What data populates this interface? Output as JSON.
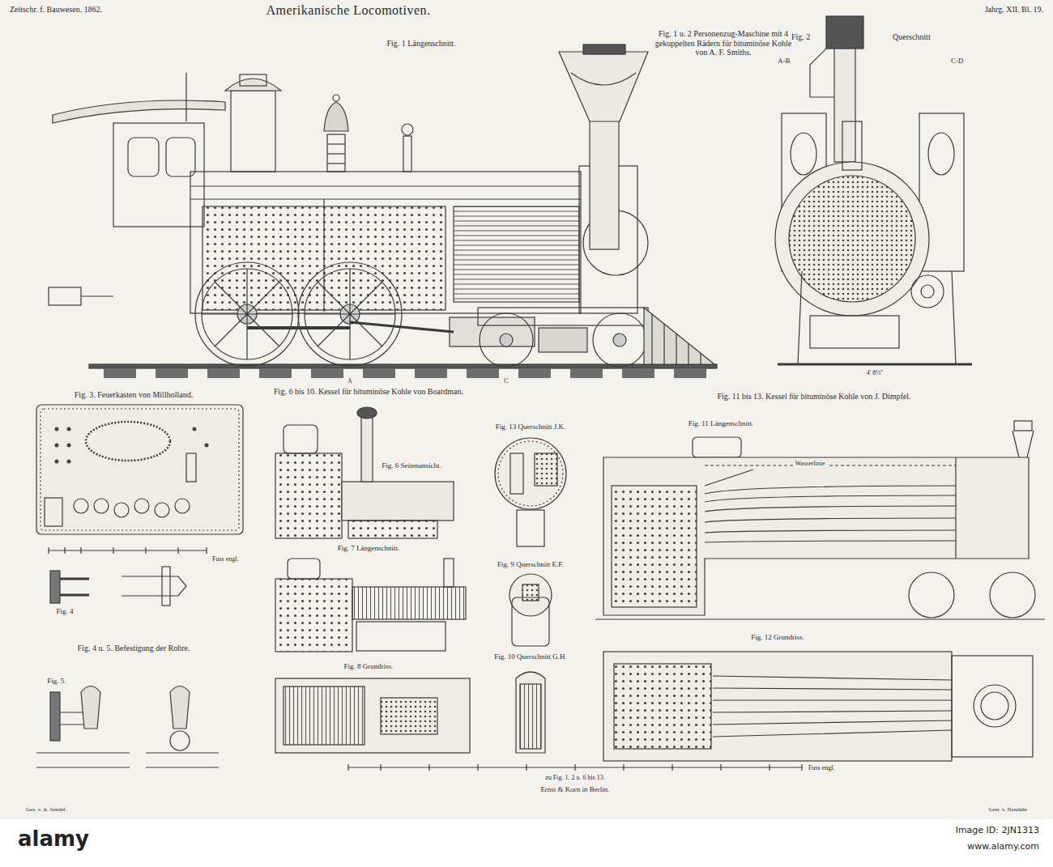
{
  "diagram": {
    "title": "Amerikanische Locomotiven.",
    "labels": [
      "Zeitschr. f. Bauwesen. 1862.",
      "Jahrg. XII. Bl. 19.",
      "Fig. 1 Längenschnitt.",
      "Fig. 1 u. 2 Personenzug-Maschine mit 4 gekuppelten Rädern für bituminöse Kohle von A. F. Smiths.",
      "Fig. 2",
      "Querschnitt",
      "A-B",
      "C-D",
      "Fig. 3. Feuerkasten von Millholland.",
      "Fig. 6 bis 10. Kessel für bituminöse Kohle von Boardman.",
      "Fig. 11 bis 13. Kessel für bituminöse Kohle von J. Dimpfel.",
      "Fig. 6 Seitenansicht.",
      "Fig. 7 Längenschnitt.",
      "Fig. 8 Grundriss.",
      "Fig. 13 Querschnitt J.K.",
      "Fig. 9 Querschnitt E.F.",
      "Fig. 10 Querschnitt G.H.",
      "Fig. 11 Längenschnitt.",
      "Fig. 12 Grundriss.",
      "Wasserlinie",
      "Fig. 4",
      "Fig. 4 u. 5. Befestigung der Rohre.",
      "Fig. 5.",
      "Fuss engl.",
      "Fuss engl.",
      "zu Fig. 1, 2 u. 6 bis 13.",
      "Ernst & Korn in Berlin.",
      "Gez. v. A. Sendel.",
      "Gest. v. Nanduhr",
      "A",
      "C",
      "4' 8½''",
      "alamy",
      "Image ID: 2JN1313",
      "www.alamy.com"
    ]
  }
}
